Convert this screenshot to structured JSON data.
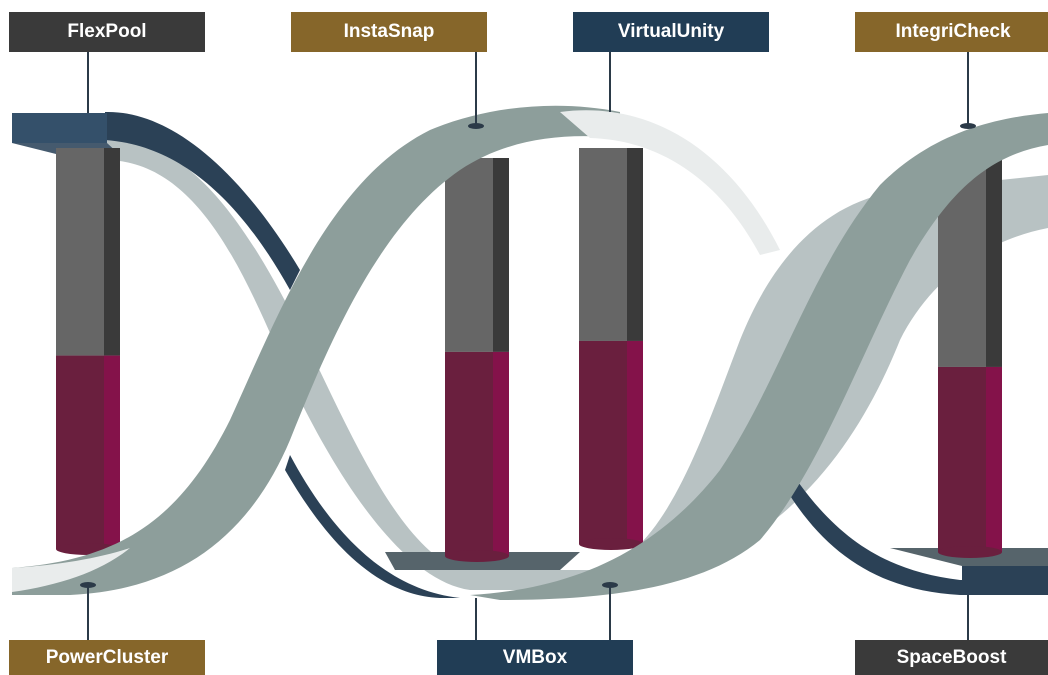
{
  "colors": {
    "dark": "#3a3a3a",
    "gold": "#86662a",
    "navy": "#213d55",
    "ribbon_front": "#8d9e9b",
    "ribbon_back": "#b8c2c3",
    "ribbon_edge": "#2b4156",
    "ribbon_highlight": "#e9ecec",
    "bar_gray": "#666666",
    "bar_gray_shadow": "#3a3a3a",
    "bar_fill": "#6a1f3e",
    "bar_fill_shadow": "#84124a"
  },
  "top_labels": [
    "FlexPool",
    "InstaSnap",
    "VirtualUnity",
    "IntegriCheck"
  ],
  "bottom_labels": [
    "PowerCluster",
    "VMBox",
    "SpaceBoost"
  ],
  "bars": [
    {
      "name": "bar-1",
      "fill_level": 0.49
    },
    {
      "name": "bar-2",
      "fill_level": 0.52
    },
    {
      "name": "bar-3",
      "fill_level": 0.52
    },
    {
      "name": "bar-4",
      "fill_level": 0.48
    }
  ]
}
